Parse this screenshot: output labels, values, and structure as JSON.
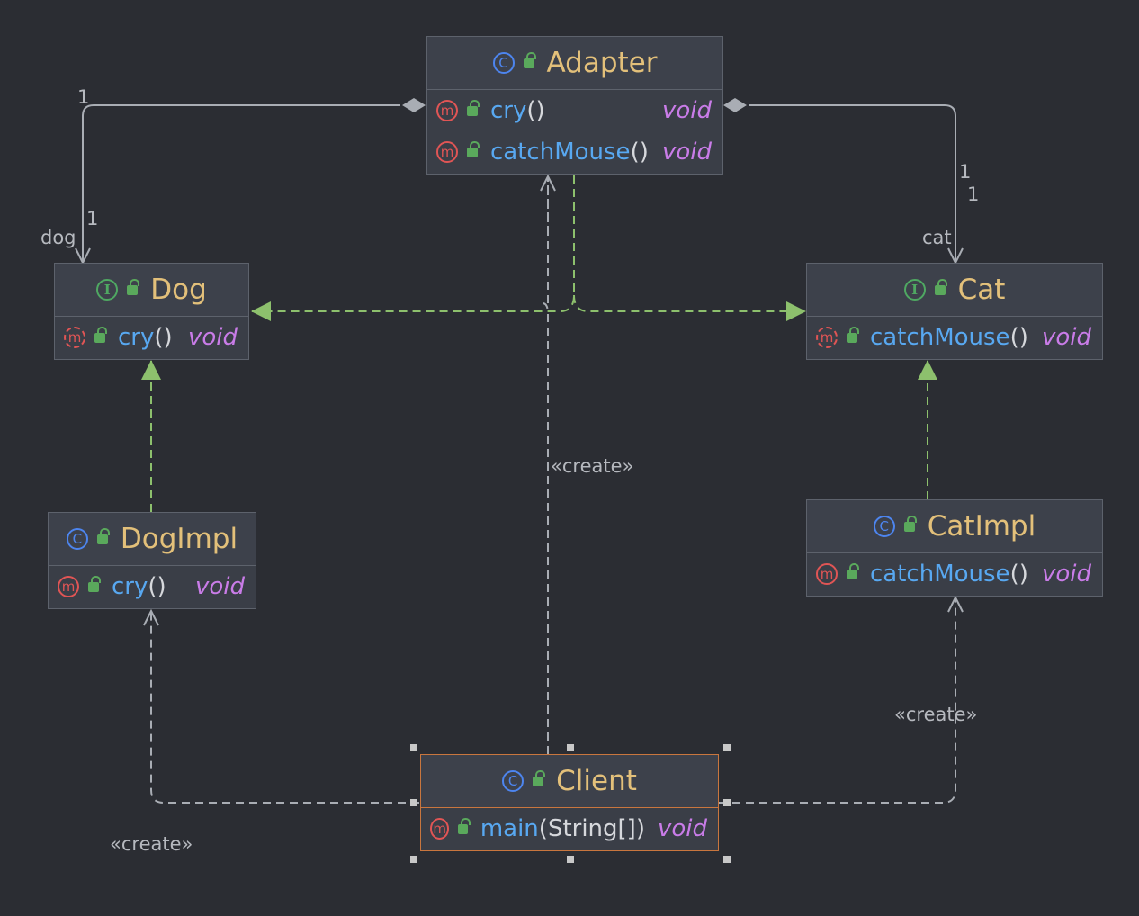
{
  "classes": {
    "adapter": {
      "name": "Adapter",
      "kind": "C",
      "methods": [
        {
          "name": "cry",
          "params": "()",
          "type": "void"
        },
        {
          "name": "catchMouse",
          "params": "()",
          "type": "void"
        }
      ]
    },
    "dog": {
      "name": "Dog",
      "kind": "I",
      "methods": [
        {
          "name": "cry",
          "params": "()",
          "type": "void"
        }
      ]
    },
    "cat": {
      "name": "Cat",
      "kind": "I",
      "methods": [
        {
          "name": "catchMouse",
          "params": "()",
          "type": "void"
        }
      ]
    },
    "dogimpl": {
      "name": "DogImpl",
      "kind": "C",
      "methods": [
        {
          "name": "cry",
          "params": "()",
          "type": "void"
        }
      ]
    },
    "catimpl": {
      "name": "CatImpl",
      "kind": "C",
      "methods": [
        {
          "name": "catchMouse",
          "params": "()",
          "type": "void"
        }
      ]
    },
    "client": {
      "name": "Client",
      "kind": "C",
      "methods": [
        {
          "name": "main",
          "params": "(String[])",
          "type": "void"
        }
      ]
    }
  },
  "labels": {
    "adapter_dog_mult_src": "1",
    "adapter_dog_mult_dst": "1",
    "dog_role": "dog",
    "adapter_cat_mult_src": "1",
    "adapter_cat_mult_dst": "1",
    "cat_role": "cat",
    "create_adapter": "«create»",
    "create_cat": "«create»",
    "create_dog": "«create»"
  },
  "method_badge": "m",
  "colors": {
    "dependency": "#a9adb4",
    "realization": "#8dc06d",
    "association": "#a9adb4",
    "selection": "#c9763e"
  }
}
